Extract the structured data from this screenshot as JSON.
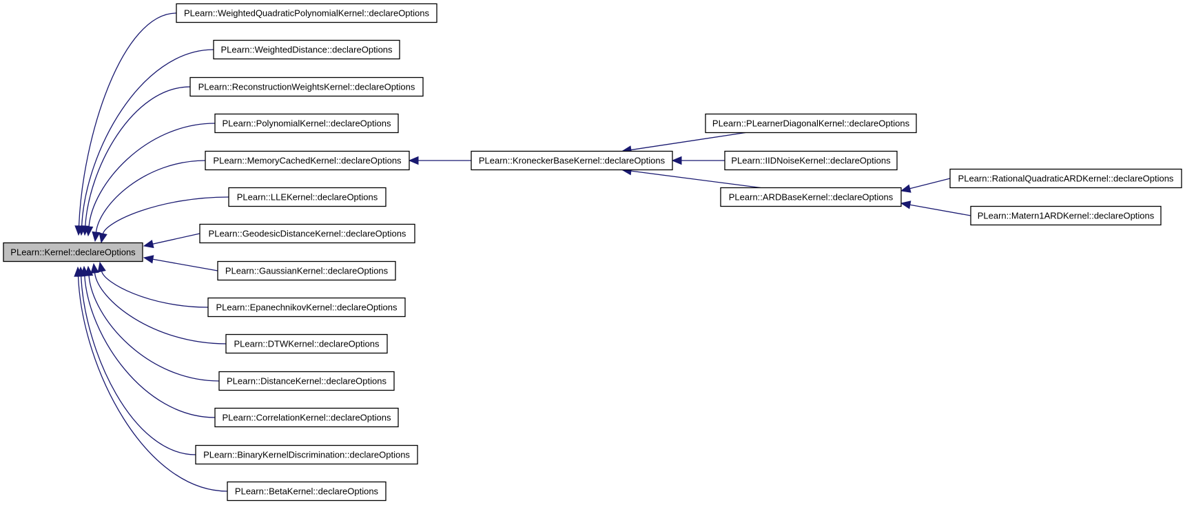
{
  "colors": {
    "edge": "#191970",
    "root_fill": "#bfbfbf",
    "node_fill": "#ffffff",
    "border": "#000000"
  },
  "nodes": [
    {
      "id": "kernel",
      "label": "PLearn::Kernel::declareOptions",
      "root": true
    },
    {
      "id": "wqpk",
      "label": "PLearn::WeightedQuadraticPolynomialKernel::declareOptions"
    },
    {
      "id": "wd",
      "label": "PLearn::WeightedDistance::declareOptions"
    },
    {
      "id": "rwk",
      "label": "PLearn::ReconstructionWeightsKernel::declareOptions"
    },
    {
      "id": "pk",
      "label": "PLearn::PolynomialKernel::declareOptions"
    },
    {
      "id": "mck",
      "label": "PLearn::MemoryCachedKernel::declareOptions"
    },
    {
      "id": "lle",
      "label": "PLearn::LLEKernel::declareOptions"
    },
    {
      "id": "gdk",
      "label": "PLearn::GeodesicDistanceKernel::declareOptions"
    },
    {
      "id": "gk",
      "label": "PLearn::GaussianKernel::declareOptions"
    },
    {
      "id": "ek",
      "label": "PLearn::EpanechnikovKernel::declareOptions"
    },
    {
      "id": "dtw",
      "label": "PLearn::DTWKernel::declareOptions"
    },
    {
      "id": "dk",
      "label": "PLearn::DistanceKernel::declareOptions"
    },
    {
      "id": "ck",
      "label": "PLearn::CorrelationKernel::declareOptions"
    },
    {
      "id": "bkd",
      "label": "PLearn::BinaryKernelDiscrimination::declareOptions"
    },
    {
      "id": "bk",
      "label": "PLearn::BetaKernel::declareOptions"
    },
    {
      "id": "kbk",
      "label": "PLearn::KroneckerBaseKernel::declareOptions"
    },
    {
      "id": "pldk",
      "label": "PLearn::PLearnerDiagonalKernel::declareOptions"
    },
    {
      "id": "iid",
      "label": "PLearn::IIDNoiseKernel::declareOptions"
    },
    {
      "id": "ard",
      "label": "PLearn::ARDBaseKernel::declareOptions"
    },
    {
      "id": "rqard",
      "label": "PLearn::RationalQuadraticARDKernel::declareOptions"
    },
    {
      "id": "m1ard",
      "label": "PLearn::Matern1ARDKernel::declareOptions"
    }
  ],
  "edges": [
    {
      "from": "wqpk",
      "to": "kernel"
    },
    {
      "from": "wd",
      "to": "kernel"
    },
    {
      "from": "rwk",
      "to": "kernel"
    },
    {
      "from": "pk",
      "to": "kernel"
    },
    {
      "from": "mck",
      "to": "kernel"
    },
    {
      "from": "lle",
      "to": "kernel"
    },
    {
      "from": "gdk",
      "to": "kernel"
    },
    {
      "from": "gk",
      "to": "kernel"
    },
    {
      "from": "ek",
      "to": "kernel"
    },
    {
      "from": "dtw",
      "to": "kernel"
    },
    {
      "from": "dk",
      "to": "kernel"
    },
    {
      "from": "ck",
      "to": "kernel"
    },
    {
      "from": "bkd",
      "to": "kernel"
    },
    {
      "from": "bk",
      "to": "kernel"
    },
    {
      "from": "kbk",
      "to": "mck"
    },
    {
      "from": "pldk",
      "to": "kbk"
    },
    {
      "from": "iid",
      "to": "kbk"
    },
    {
      "from": "ard",
      "to": "kbk"
    },
    {
      "from": "rqard",
      "to": "ard"
    },
    {
      "from": "m1ard",
      "to": "ard"
    }
  ]
}
